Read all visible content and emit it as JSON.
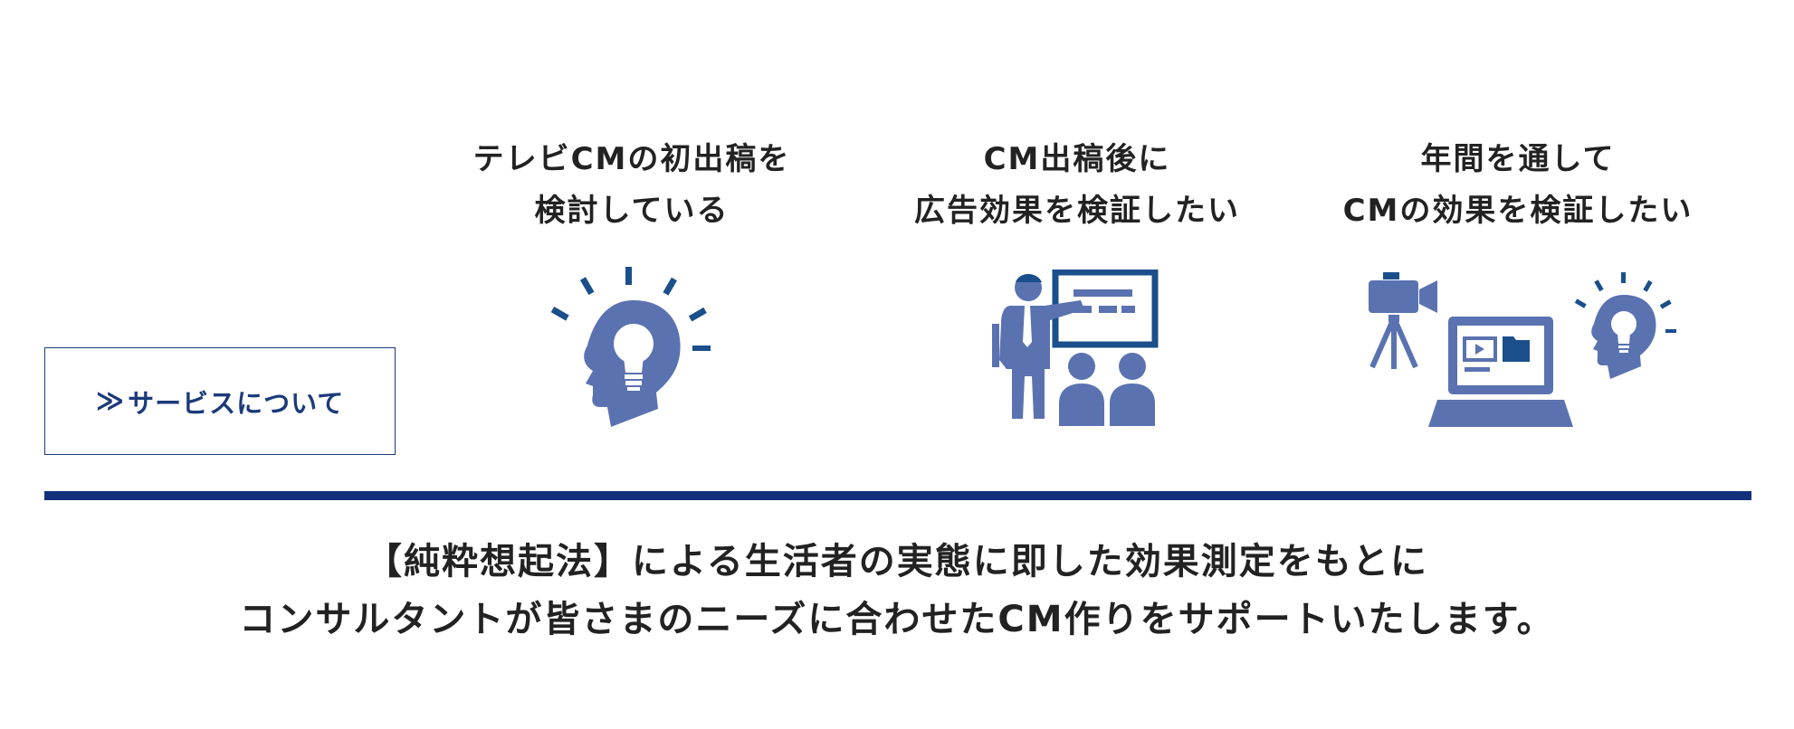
{
  "service_button": {
    "chevron": "≫",
    "label": "サービスについて"
  },
  "columns": [
    {
      "line1": "テレビCMの初出稿を",
      "line2": "検討している",
      "icon": "head-lightbulb-icon"
    },
    {
      "line1": "CM出稿後に",
      "line2": "広告効果を検証したい",
      "icon": "presentation-icon"
    },
    {
      "line1": "年間を通して",
      "line2": "CMの効果を検証したい",
      "icon": "camera-laptop-head-icon"
    }
  ],
  "description": {
    "line1": "【純粋想起法】による生活者の実態に即した効果測定をもとに",
    "line2": "コンサルタントが皆さまのニーズに合わせたCM作りをサポートいたします。"
  },
  "colors": {
    "brand_navy": "#13307a",
    "icon_blue": "#5a72b0",
    "icon_dark": "#1a4f8c"
  }
}
